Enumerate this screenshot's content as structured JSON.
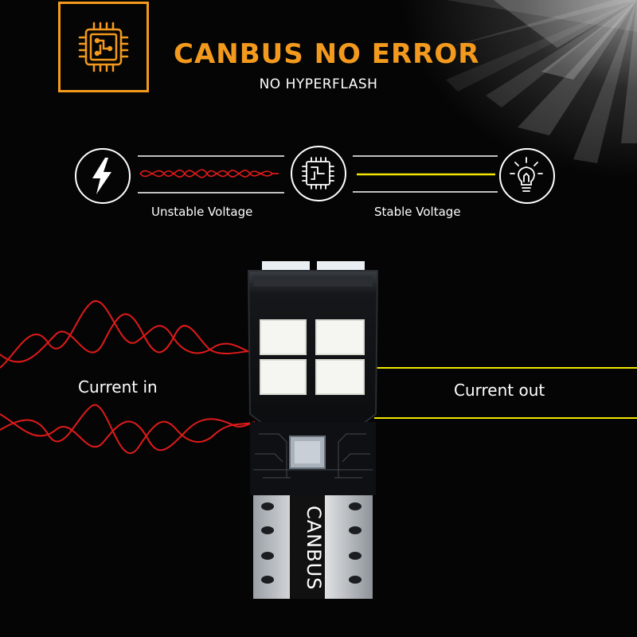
{
  "header": {
    "title": "CANBUS NO ERROR",
    "subtitle": "NO HYPERFLASH",
    "badge_icon": "chip-icon"
  },
  "diagram": {
    "left_icon": "lightning-icon",
    "middle_icon": "chip-icon",
    "right_icon": "lightbulb-icon",
    "unstable_label": "Unstable Voltage",
    "stable_label": "Stable Voltage"
  },
  "product": {
    "current_in_label": "Current in",
    "current_out_label": "Current out",
    "bulb_text": "CANBUS"
  },
  "colors": {
    "accent": "#f39a1e",
    "unstable_wave": "#e01a1a",
    "stable_line": "#f2e600",
    "background": "#000000",
    "text": "#ffffff"
  }
}
